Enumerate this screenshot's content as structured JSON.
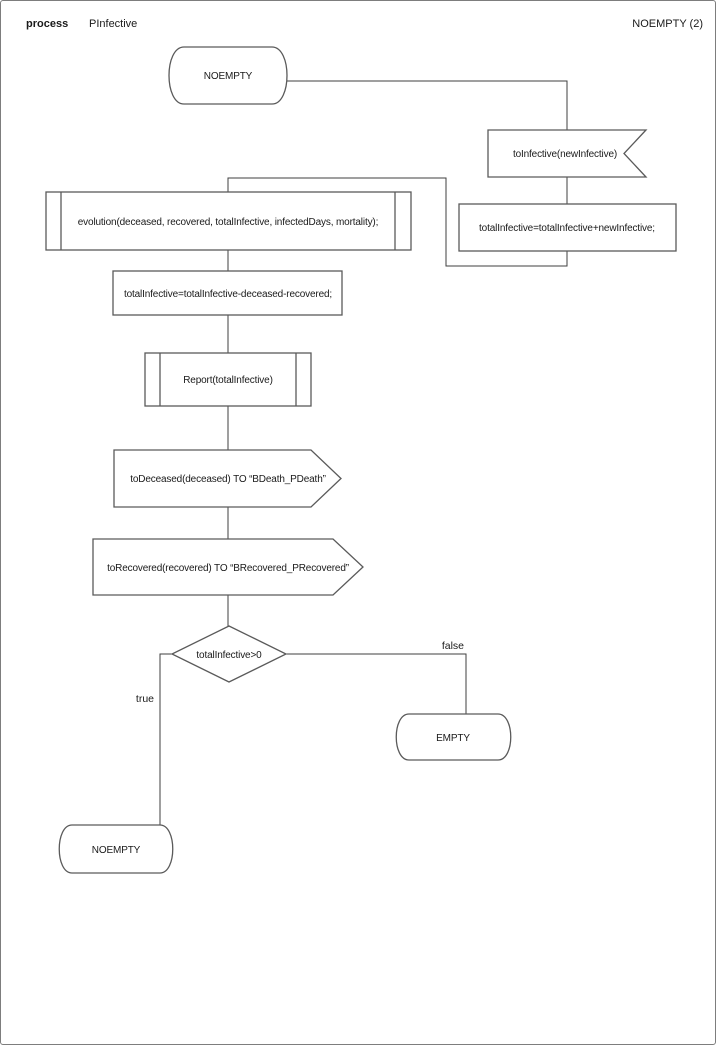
{
  "header": {
    "kind": "process",
    "process_name": "PInfective",
    "page_title": "NOEMPTY (2)"
  },
  "colors": {
    "background": "#ffffff",
    "page_border": "#7d7d7d",
    "shape_stroke": "#5a5a5a",
    "connector_stroke": "#3f3f3f",
    "text": "#1a1a1a"
  },
  "diagram_type": "SDL process flowchart",
  "nodes": {
    "start_state": {
      "type": "state",
      "label": "NOEMPTY"
    },
    "input_signal": {
      "type": "input-signal",
      "label": "toInfective(newInfective)"
    },
    "task_add": {
      "type": "task",
      "label": "totalInfective=totalInfective+newInfective;"
    },
    "procedure_evolution": {
      "type": "procedure-call",
      "label": "evolution(deceased, recovered, totalInfective, infectedDays, mortality);"
    },
    "task_subtract": {
      "type": "task",
      "label": "totalInfective=totalInfective-deceased-recovered;"
    },
    "procedure_report": {
      "type": "procedure-call",
      "label": "Report(totalInfective)"
    },
    "output_deceased": {
      "type": "output-signal",
      "label": "toDeceased(deceased) TO “BDeath_PDeath”"
    },
    "output_recovered": {
      "type": "output-signal",
      "label": "toRecovered(recovered) TO “BRecovered_PRecovered”"
    },
    "decision": {
      "type": "decision",
      "label": "totalInfective>0"
    },
    "empty_state": {
      "type": "state",
      "label": "EMPTY"
    },
    "end_state": {
      "type": "state",
      "label": "NOEMPTY"
    }
  },
  "branches": {
    "true_label": "true",
    "false_label": "false"
  }
}
